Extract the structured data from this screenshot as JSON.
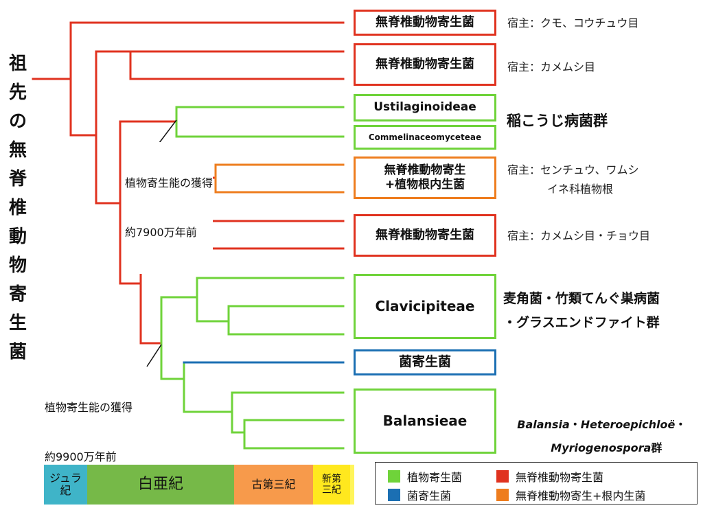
{
  "colors": {
    "plant": "#6fd33a",
    "invertebrate": "#e0321f",
    "fungal": "#1b6fb3",
    "root": "#ee7d1e"
  },
  "root_title": [
    "祖",
    "先",
    "の",
    "無",
    "脊",
    "椎",
    "動",
    "物",
    "寄",
    "生",
    "菌"
  ],
  "boxes": [
    {
      "name": "box-invert-1",
      "label": "無脊椎動物寄生菌",
      "color": "invertebrate"
    },
    {
      "name": "box-invert-2",
      "label": "無脊椎動物寄生菌",
      "color": "invertebrate"
    },
    {
      "name": "box-ustilaginoideae",
      "label": "Ustilaginoideae",
      "color": "plant"
    },
    {
      "name": "box-commelinaceomyceteae",
      "label": "Commelinaceomyceteae",
      "color": "plant"
    },
    {
      "name": "box-invert-root",
      "label": "無脊椎動物寄生\n+植物根内生菌",
      "color": "root"
    },
    {
      "name": "box-invert-3",
      "label": "無脊椎動物寄生菌",
      "color": "invertebrate"
    },
    {
      "name": "box-clavicipiteae",
      "label": "Clavicipiteae",
      "color": "plant"
    },
    {
      "name": "box-fungal-parasite",
      "label": "菌寄生菌",
      "color": "fungal"
    },
    {
      "name": "box-balansieae",
      "label": "Balansieae",
      "color": "plant"
    }
  ],
  "host_notes": [
    "宿主：クモ、コウチュウ目",
    "宿主：カメムシ目",
    "宿主：センチュウ、ワムシ",
    "イネ科植物根",
    "宿主：カメムシ目・チョウ目"
  ],
  "group_labels": {
    "ustilaginoidea_group": "稲こうじ病菌群",
    "clavicipiteae_line1": "麦角菌・竹類てんぐ巣病菌",
    "clavicipiteae_line2": "・グラスエンドファイト群",
    "balansieae_line1": {
      "part1": "Balansia",
      "sep1": "・",
      "part2": "Heteroepichloë",
      "sep2": "・"
    },
    "balansieae_line2": {
      "part1": "Myriogenospora",
      "suffix": "群"
    }
  },
  "annotations": [
    {
      "line1": "植物寄生能の獲得",
      "line2": "約7900万年前"
    },
    {
      "line1": "植物寄生能の獲得",
      "line2": "約9900万年前"
    }
  ],
  "periods": [
    {
      "label": "ジュラ\n紀",
      "color": "#3fb4c8"
    },
    {
      "label": "白亜紀",
      "color": "#76b948"
    },
    {
      "label": "古第三紀",
      "color": "#f79a4b"
    },
    {
      "label": "新第\n三紀",
      "color": "#ffe81e"
    }
  ],
  "legend": [
    {
      "label": "植物寄生菌",
      "color": "plant"
    },
    {
      "label": "無脊椎動物寄生菌",
      "color": "invertebrate"
    },
    {
      "label": "菌寄生菌",
      "color": "fungal"
    },
    {
      "label": "無脊椎動物寄生+根内生菌",
      "color": "root"
    }
  ]
}
